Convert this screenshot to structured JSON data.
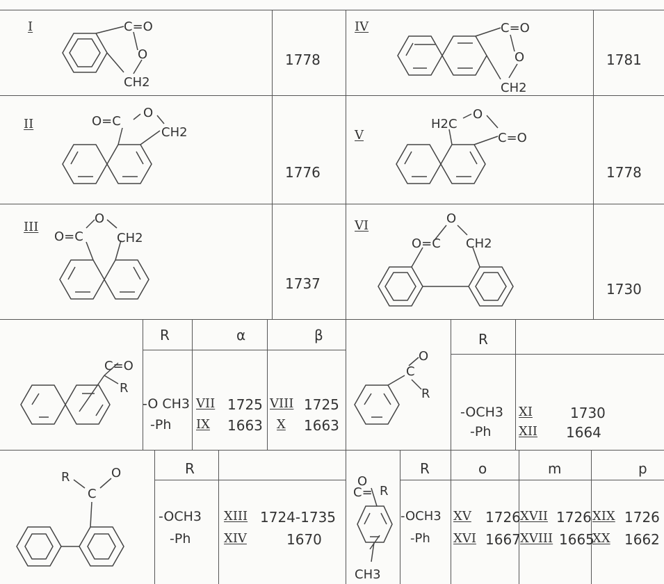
{
  "cells": {
    "I": {
      "label": "I",
      "value": "1778"
    },
    "II": {
      "label": "II",
      "value": "1776"
    },
    "III": {
      "label": "III",
      "value": "1737"
    },
    "IV": {
      "label": "IV",
      "value": "1781"
    },
    "V": {
      "label": "V",
      "value": "1778"
    },
    "VI": {
      "label": "VI",
      "value": "1730"
    }
  },
  "naphthoate": {
    "header_r": "R",
    "header_alpha": "α",
    "header_beta": "β",
    "rows": [
      {
        "r": "-O CH3",
        "a_label": "VII",
        "a_val": "1725",
        "b_label": "VIII",
        "b_val": "1725"
      },
      {
        "r": "-Ph",
        "a_label": "IX",
        "a_val": "1663",
        "b_label": "X",
        "b_val": "1663"
      }
    ]
  },
  "benzoate": {
    "header_r": "R",
    "rows": [
      {
        "r": "-OCH3",
        "label": "XI",
        "val": "1730"
      },
      {
        "r": "-Ph",
        "label": "XII",
        "val": "1664"
      }
    ]
  },
  "biphenyl": {
    "header_r": "R",
    "rows": [
      {
        "r": "-OCH3",
        "label": "XIII",
        "val": "1724-1735"
      },
      {
        "r": "-Ph",
        "label": "XIV",
        "val": "1670"
      }
    ]
  },
  "toluate": {
    "header_r": "R",
    "header_o": "o",
    "header_m": "m",
    "header_p": "p",
    "rows": [
      {
        "r": "-OCH3",
        "o_label": "XV",
        "o_val": "1726",
        "m_label": "XVII",
        "m_val": "1726",
        "p_label": "XIX",
        "p_val": "1726"
      },
      {
        "r": "-Ph",
        "o_label": "XVI",
        "o_val": "1667",
        "m_label": "XVIII",
        "m_val": "1665",
        "p_label": "XX",
        "p_val": "1662"
      }
    ]
  },
  "atoms": {
    "co": "C=O",
    "o": "O",
    "ch2": "CH2",
    "h2c": "H2C",
    "c_eq": "C=",
    "eq_c": "=C",
    "o_eq_c": "O=C",
    "r": "R",
    "ch3": "CH3",
    "c": "C"
  }
}
